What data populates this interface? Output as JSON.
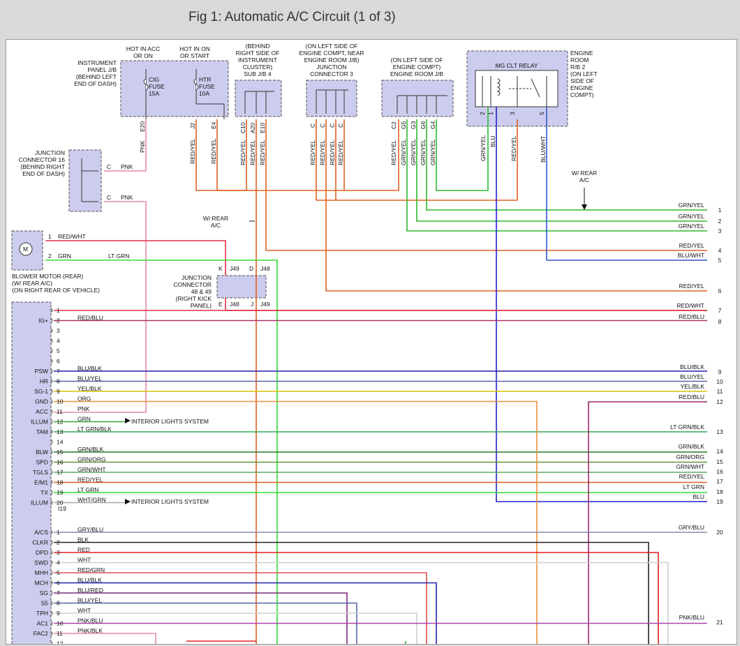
{
  "title": "Fig 1: Automatic A/C Circuit (1 of 3)",
  "components": {
    "ip_jb": [
      "INSTRUMENT",
      "PANEL J/B",
      "(BEHIND LEFT",
      "END OF DASH)"
    ],
    "hot_acc": [
      "HOT IN ACC",
      "OR ON"
    ],
    "hot_start": [
      "HOT IN ON",
      "OR START"
    ],
    "cig_fuse": [
      "CIG",
      "FUSE",
      "15A"
    ],
    "htr_fuse": [
      "HTR",
      "FUSE",
      "10A"
    ],
    "sub_jb4": [
      "(BEHIND",
      "RIGHT SIDE OF",
      "INSTRUMENT",
      "CLUSTER)",
      "SUB J/B 4"
    ],
    "jc3": [
      "(ON LEFT SIDE OF",
      "ENGINE COMPT, NEAR",
      "ENGINE ROOM J/B)",
      "JUNCTION",
      "CONNECTOR 3"
    ],
    "er_jb": [
      "(ON LEFT SIDE OF",
      "ENGINE COMPT)",
      "ENGINE ROOM J/B"
    ],
    "relay": "MG CLT RELAY",
    "er_rb2": [
      "ENGINE",
      "ROOM",
      "R/B 2",
      "(ON LEFT",
      "SIDE OF",
      "ENGINE",
      "COMPT)"
    ],
    "jc16": [
      "JUNCTION",
      "CONNECTOR 16",
      "(BEHIND RIGHT",
      "END OF DASH)"
    ],
    "blower": [
      "BLOWER MOTOR (REAR)",
      "(W/ REAR A/C)",
      "(ON RIGHT REAR OF VEHICLE)"
    ],
    "jc48": [
      "JUNCTION",
      "CONNECTOR",
      "48 & 49",
      "(RIGHT KICK",
      "PANEL)"
    ],
    "w_rear_1": [
      "W/ REAR",
      "A/C"
    ],
    "w_rear_2": [
      "W/ REAR",
      "A/C"
    ],
    "interior_1": "INTERIOR LIGHTS SYSTEM",
    "interior_2": "INTERIOR LIGHTS SYSTEM",
    "motor_symbol": "M"
  },
  "pin_labels": {
    "e20": "E20",
    "j2": "J2",
    "e4": "E4",
    "c10": "C10",
    "a20": "A20",
    "e10": "E10",
    "c": "C",
    "c2": "C2",
    "g5": "G5",
    "g3": "G3",
    "g6": "G6",
    "g4": "G4",
    "r2": "2",
    "r1": "1",
    "r3": "3",
    "r5": "5",
    "k": "K",
    "j49": "J49",
    "d": "D",
    "j48": "J48",
    "e": "E",
    "j": "J",
    "i19": "I19",
    "m": "M"
  },
  "top_wire_labels": {
    "pnk": "PNK",
    "redyel": "RED/YEL",
    "grnyel": "GRN/YEL",
    "blu": "BLU",
    "bluwht": "BLU/WHT"
  },
  "right_wires": [
    {
      "label": "GRN/YEL",
      "num": "1",
      "color": "#2db82d"
    },
    {
      "label": "GRN/YEL",
      "num": "2",
      "color": "#2db82d"
    },
    {
      "label": "GRN/YEL",
      "num": "3",
      "color": "#2db82d"
    },
    {
      "label": "RED/YEL",
      "num": "4",
      "color": "#e06020"
    },
    {
      "label": "BLU/WHT",
      "num": "5",
      "color": "#3355cc"
    },
    {
      "label": "RED/YEL",
      "num": "6",
      "color": "#e06020"
    },
    {
      "label": "RED/WHT",
      "num": "7",
      "color": "#e03040"
    },
    {
      "label": "RED/BLU",
      "num": "8",
      "color": "#b0306a"
    },
    {
      "label": "BLU/BLK",
      "num": "9",
      "color": "#2222aa"
    },
    {
      "label": "BLU/YEL",
      "num": "10",
      "color": "#5566aa"
    },
    {
      "label": "YEL/BLK",
      "num": "11",
      "color": "#d8c000"
    },
    {
      "label": "RED/BLU",
      "num": "12",
      "color": "#9a2a6a"
    },
    {
      "label": "LT GRN/BLK",
      "num": "13",
      "color": "#33aa55"
    },
    {
      "label": "GRN/BLK",
      "num": "14",
      "color": "#2a7a2a"
    },
    {
      "label": "GRN/ORG",
      "num": "15",
      "color": "#5a9a30"
    },
    {
      "label": "GRN/WHT",
      "num": "16",
      "color": "#5aaa5a"
    },
    {
      "label": "RED/YEL",
      "num": "17",
      "color": "#e06020"
    },
    {
      "label": "LT GRN",
      "num": "18",
      "color": "#33dd33"
    },
    {
      "label": "BLU",
      "num": "19",
      "color": "#2222cc"
    },
    {
      "label": "GRY/BLU",
      "num": "20",
      "color": "#8a8aa8"
    },
    {
      "label": "PNK/BLU",
      "num": "21",
      "color": "#aa44aa"
    }
  ],
  "blower_pins": [
    {
      "num": "1",
      "wire": "RED/WHT"
    },
    {
      "num": "2",
      "wire": "GRN"
    },
    {
      "wire2": "LT GRN"
    }
  ],
  "jc16_pins": [
    {
      "letter": "C",
      "wire": "PNK"
    },
    {
      "letter": "C",
      "wire": "PNK"
    }
  ],
  "ecu_pins_a": [
    {
      "name": "",
      "num": "1",
      "wire": ""
    },
    {
      "name": "IG+",
      "num": "2",
      "wire": "RED/BLU"
    },
    {
      "name": "",
      "num": "3",
      "wire": ""
    },
    {
      "name": "",
      "num": "4",
      "wire": ""
    },
    {
      "name": "",
      "num": "5",
      "wire": ""
    },
    {
      "name": "",
      "num": "6",
      "wire": ""
    },
    {
      "name": "PSW",
      "num": "7",
      "wire": "BLU/BLK"
    },
    {
      "name": "HR",
      "num": "8",
      "wire": "BLU/YEL"
    },
    {
      "name": "SG-1",
      "num": "9",
      "wire": "YEL/BLK"
    },
    {
      "name": "GND",
      "num": "10",
      "wire": "ORG"
    },
    {
      "name": "ACC",
      "num": "11",
      "wire": "PNK"
    },
    {
      "name": "ILLUM",
      "num": "12",
      "wire": "GRN"
    },
    {
      "name": "TAM",
      "num": "13",
      "wire": "LT GRN/BLK"
    },
    {
      "name": "",
      "num": "14",
      "wire": ""
    },
    {
      "name": "BLW",
      "num": "15",
      "wire": "GRN/BLK"
    },
    {
      "name": "SPD",
      "num": "16",
      "wire": "GRN/ORG"
    },
    {
      "name": "TGLS",
      "num": "17",
      "wire": "GRN/WHT"
    },
    {
      "name": "E/M1",
      "num": "18",
      "wire": "RED/YEL"
    },
    {
      "name": "TX",
      "num": "19",
      "wire": "LT GRN"
    },
    {
      "name": "ILLUM",
      "num": "20",
      "wire": "WHT/GRN"
    }
  ],
  "ecu_pins_b": [
    {
      "name": "A/CS",
      "num": "1",
      "wire": "GRY/BLU"
    },
    {
      "name": "CLKR",
      "num": "2",
      "wire": "BLK"
    },
    {
      "name": "DPD",
      "num": "3",
      "wire": "RED"
    },
    {
      "name": "SWD",
      "num": "4",
      "wire": "WHT"
    },
    {
      "name": "MHH",
      "num": "5",
      "wire": "RED/GRN"
    },
    {
      "name": "MCH",
      "num": "6",
      "wire": "BLU/BLK"
    },
    {
      "name": "SG",
      "num": "7",
      "wire": "BLU/RED"
    },
    {
      "name": "S5",
      "num": "8",
      "wire": "BLU/YEL"
    },
    {
      "name": "TPH",
      "num": "9",
      "wire": "WHT"
    },
    {
      "name": "AC1",
      "num": "10",
      "wire": "PNK/BLU"
    },
    {
      "name": "FAC2",
      "num": "11",
      "wire": "PNK/BLK"
    },
    {
      "name": "",
      "num": "12",
      "wire": ""
    }
  ]
}
